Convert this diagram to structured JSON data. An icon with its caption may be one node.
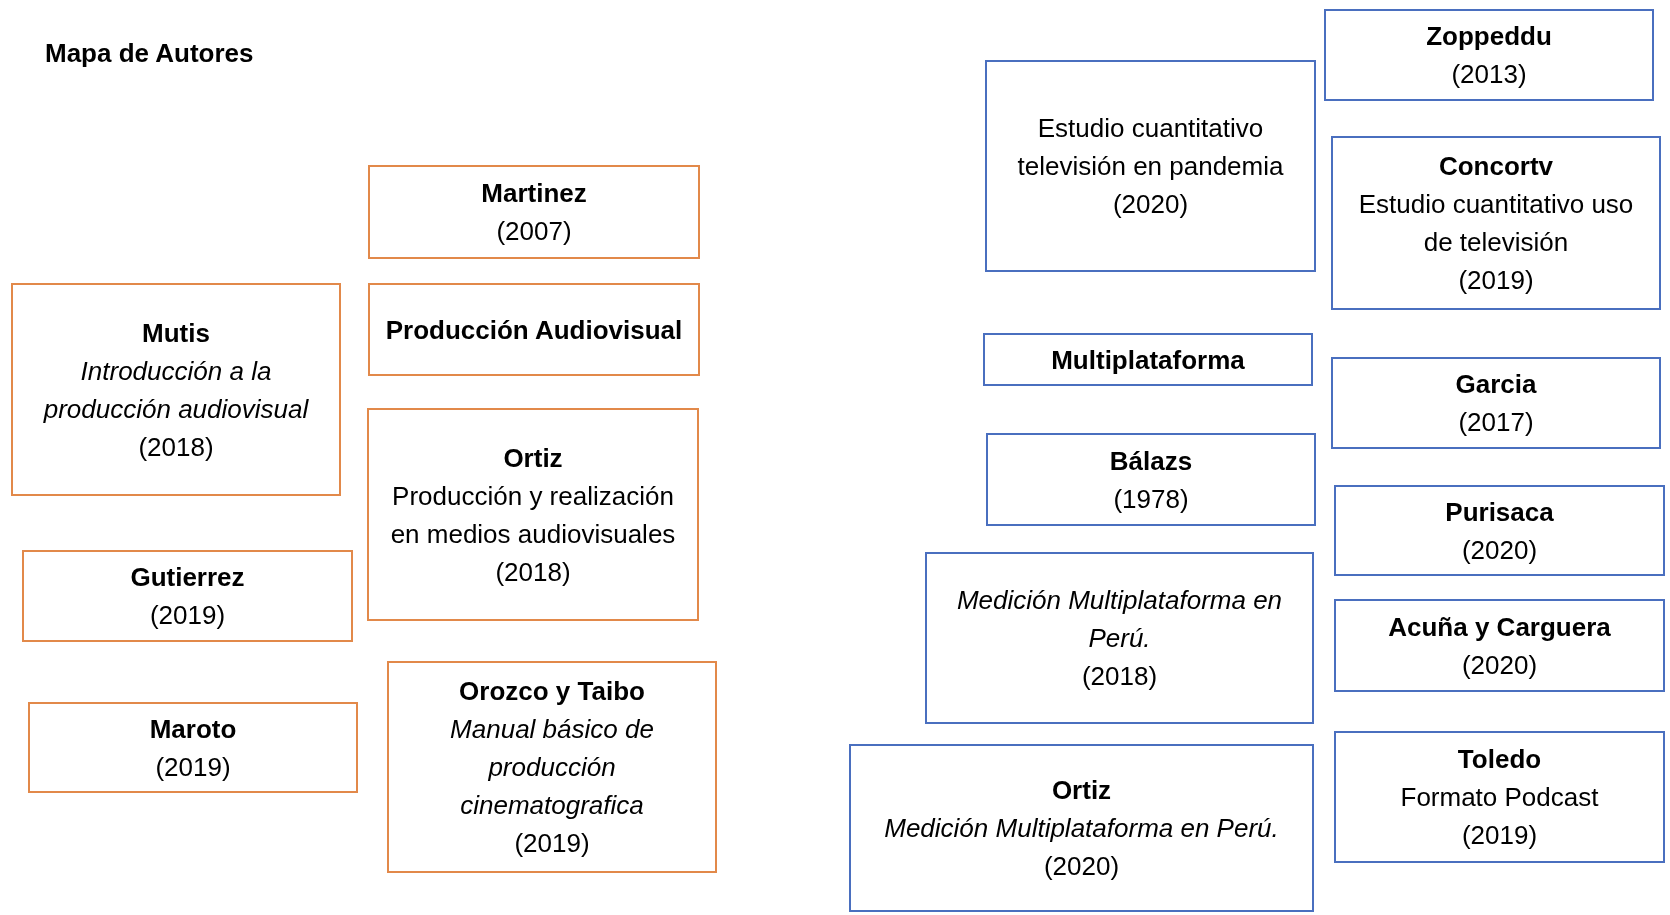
{
  "diagram": {
    "title": "Mapa de Autores",
    "nodes": [
      {
        "text": [
          "Martinez",
          "(2007)"
        ]
      },
      {
        "text": [
          "Producción Audiovisual"
        ]
      },
      {
        "text": [
          "Mutis",
          "Introducción a la producción audiovisual",
          "(2018)"
        ]
      },
      {
        "text": [
          "Ortiz",
          "Producción y realización en medios audiovisuales",
          "(2018)"
        ]
      },
      {
        "text": [
          "Gutierrez",
          "(2019)"
        ]
      },
      {
        "text": [
          "Maroto",
          "(2019)"
        ]
      },
      {
        "text": [
          "Orozco y Taibo",
          "Manual básico de producción cinematografica",
          "(2019)"
        ]
      },
      {
        "text": [
          "Zoppeddu",
          "(2013)"
        ]
      },
      {
        "text": [
          "Estudio cuantitativo televisión en pandemia",
          "(2020)"
        ]
      },
      {
        "text": [
          "Concortv",
          "Estudio cuantitativo uso de televisión",
          "(2019)"
        ]
      },
      {
        "text": [
          "Multiplataforma"
        ]
      },
      {
        "text": [
          "Garcia",
          "(2017)"
        ]
      },
      {
        "text": [
          "Bálazs",
          "(1978)"
        ]
      },
      {
        "text": [
          "Purisaca",
          "(2020)"
        ]
      },
      {
        "text": [
          "Medición Multiplataforma en Perú.",
          "(2018)"
        ]
      },
      {
        "text": [
          "Acuña y Carguera",
          "(2020)"
        ]
      },
      {
        "text": [
          "Toledo",
          "Formato Podcast",
          "(2019)"
        ]
      },
      {
        "text": [
          "Ortiz",
          "Medición Multiplataforma en Perú.",
          "(2020)"
        ]
      }
    ]
  }
}
